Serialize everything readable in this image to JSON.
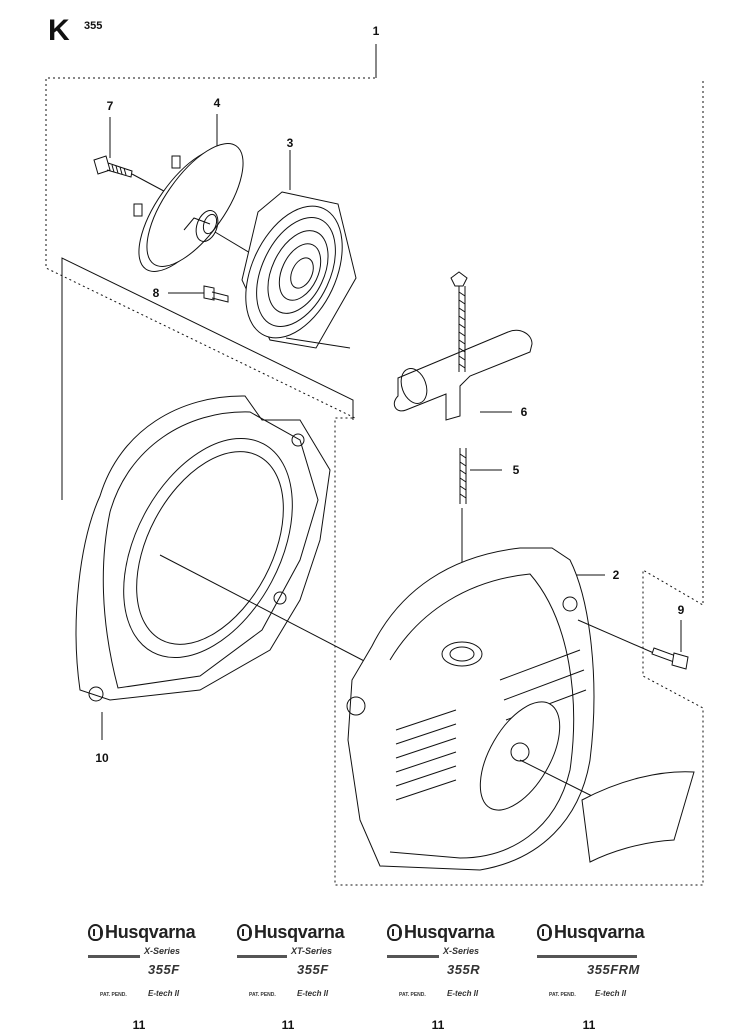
{
  "header": {
    "section_letter": "K",
    "model_code": "355"
  },
  "callouts": [
    {
      "id": "1",
      "label": "1"
    },
    {
      "id": "2",
      "label": "2"
    },
    {
      "id": "3",
      "label": "3"
    },
    {
      "id": "4",
      "label": "4"
    },
    {
      "id": "5",
      "label": "5"
    },
    {
      "id": "6",
      "label": "6"
    },
    {
      "id": "7",
      "label": "7"
    },
    {
      "id": "8",
      "label": "8"
    },
    {
      "id": "9",
      "label": "9"
    },
    {
      "id": "10",
      "label": "10"
    }
  ],
  "decals": [
    {
      "brand": "Husqvarna",
      "series": "X-Series",
      "model": "355F",
      "pat": "PAT. PEND.",
      "etech": "E-tech II",
      "part": "11"
    },
    {
      "brand": "Husqvarna",
      "series": "XT-Series",
      "model": "355F",
      "pat": "PAT. PEND.",
      "etech": "E-tech II",
      "part": "11"
    },
    {
      "brand": "Husqvarna",
      "series": "X-Series",
      "model": "355R",
      "pat": "PAT. PEND.",
      "etech": "E-tech II",
      "part": "11"
    },
    {
      "brand": "Husqvarna",
      "series": "",
      "model": "355FRM",
      "pat": "PAT. PEND.",
      "etech": "E-tech II",
      "part": "11"
    }
  ]
}
